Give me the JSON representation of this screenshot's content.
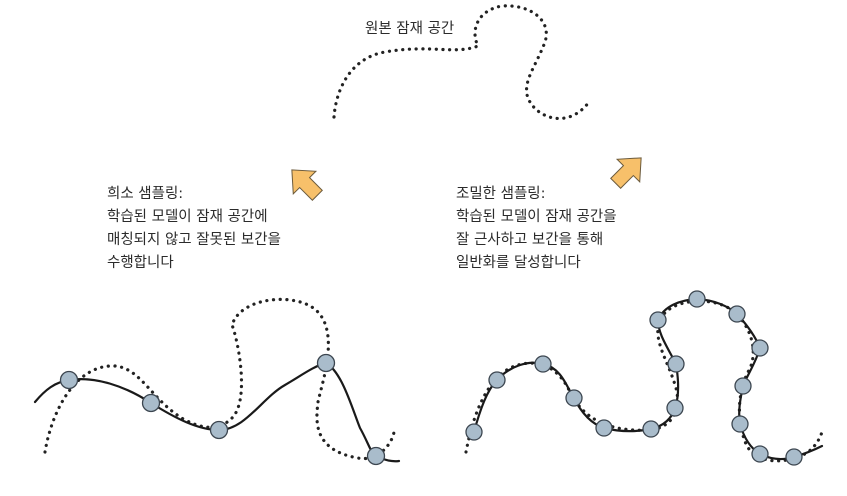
{
  "title": "원본 잠재 공간",
  "sparse": {
    "lines": [
      "희소 샘플링:",
      "학습된 모델이 잠재 공간에",
      "매칭되지 않고 잘못된 보간을",
      "수행합니다"
    ]
  },
  "dense": {
    "lines": [
      "조밀한 샘플링:",
      "학습된 모델이 잠재 공간을",
      "잘 근사하고 보간을 통해",
      "일반화를 달성합니다"
    ]
  },
  "colors": {
    "sample_fill": "#a9bccb",
    "arrow_fill": "#f7c06a",
    "curve": "#1a1a1a"
  }
}
